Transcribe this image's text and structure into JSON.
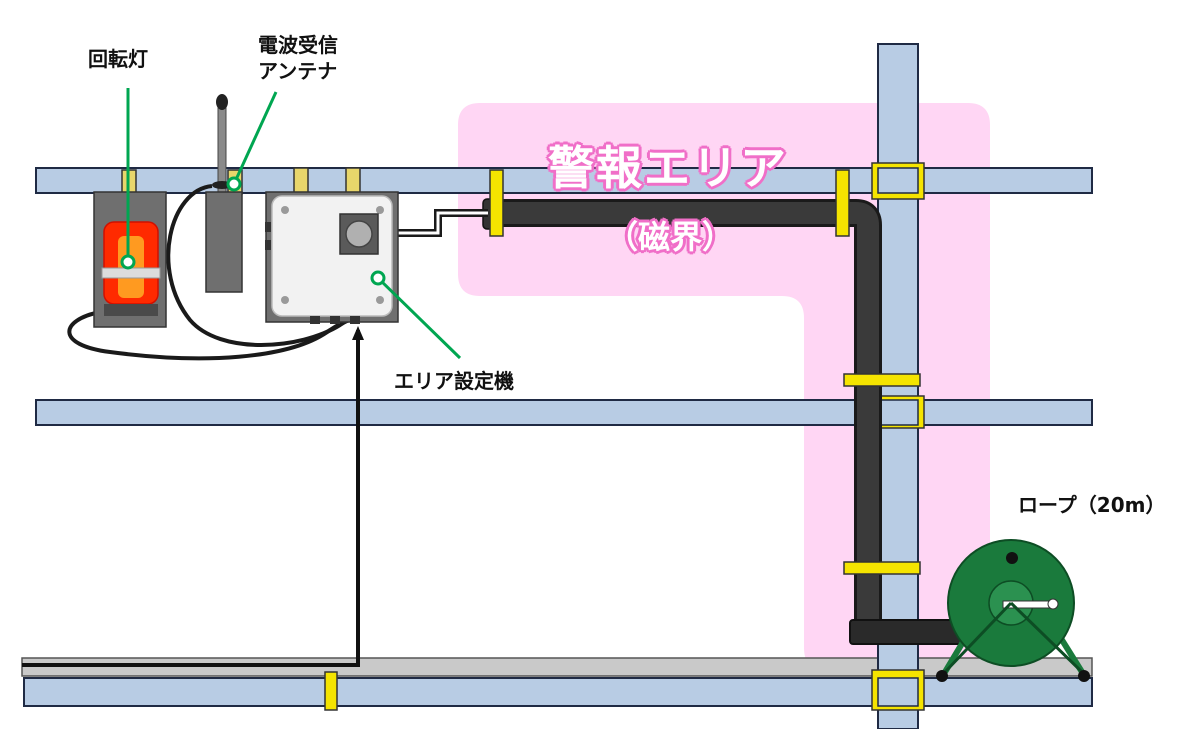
{
  "labels": {
    "rotating_light": "回転灯",
    "antenna_line1": "電波受信",
    "antenna_line2": "アンテナ",
    "area_setter": "エリア設定機",
    "rope": "ロープ（20m）"
  },
  "alarm_zone": {
    "title": "警報エリア",
    "subtitle": "（磁界）"
  },
  "colors": {
    "scaffold_pipe": "#b8cce4",
    "pipe_outline": "#1f2a44",
    "alarm_zone": "#ffd6f4",
    "alarm_zone_text_outline": "#f06fc8",
    "clamp": "#f5e400",
    "cable": "#2d2d2d",
    "leader_line": "#00a651",
    "reel": "#1a7a3c",
    "light_lens": "#ff2a00",
    "device_body": "#f2f2f2"
  }
}
